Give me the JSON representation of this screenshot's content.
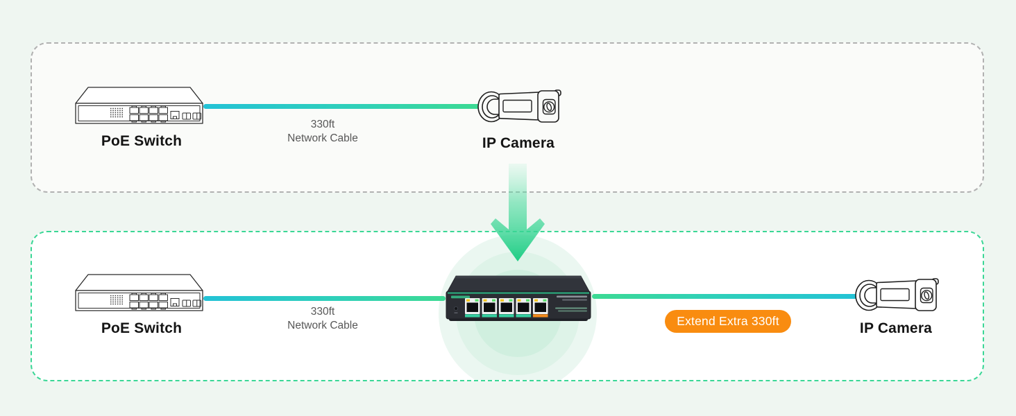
{
  "colors": {
    "page_bg": "#eff6f1",
    "panel_before_border": "#b1b1b1",
    "panel_after_border": "#3bd796",
    "cable_cyan": "#23c2d6",
    "cable_green": "#3cda93",
    "arrow_green": "#25cf88",
    "badge_orange": "#f98c10",
    "extender_port_bar_teal": "#35cfa0",
    "extender_port_bar_orange": "#f28a1c"
  },
  "panel_before": {
    "switch_label": "PoE Switch",
    "cable_length": "330ft",
    "cable_type": "Network Cable",
    "camera_label": "IP Camera"
  },
  "panel_after": {
    "switch_label": "PoE Switch",
    "cable_length": "330ft",
    "cable_type": "Network Cable",
    "camera_label": "IP Camera",
    "badge_label": "Extend Extra 330ft"
  }
}
